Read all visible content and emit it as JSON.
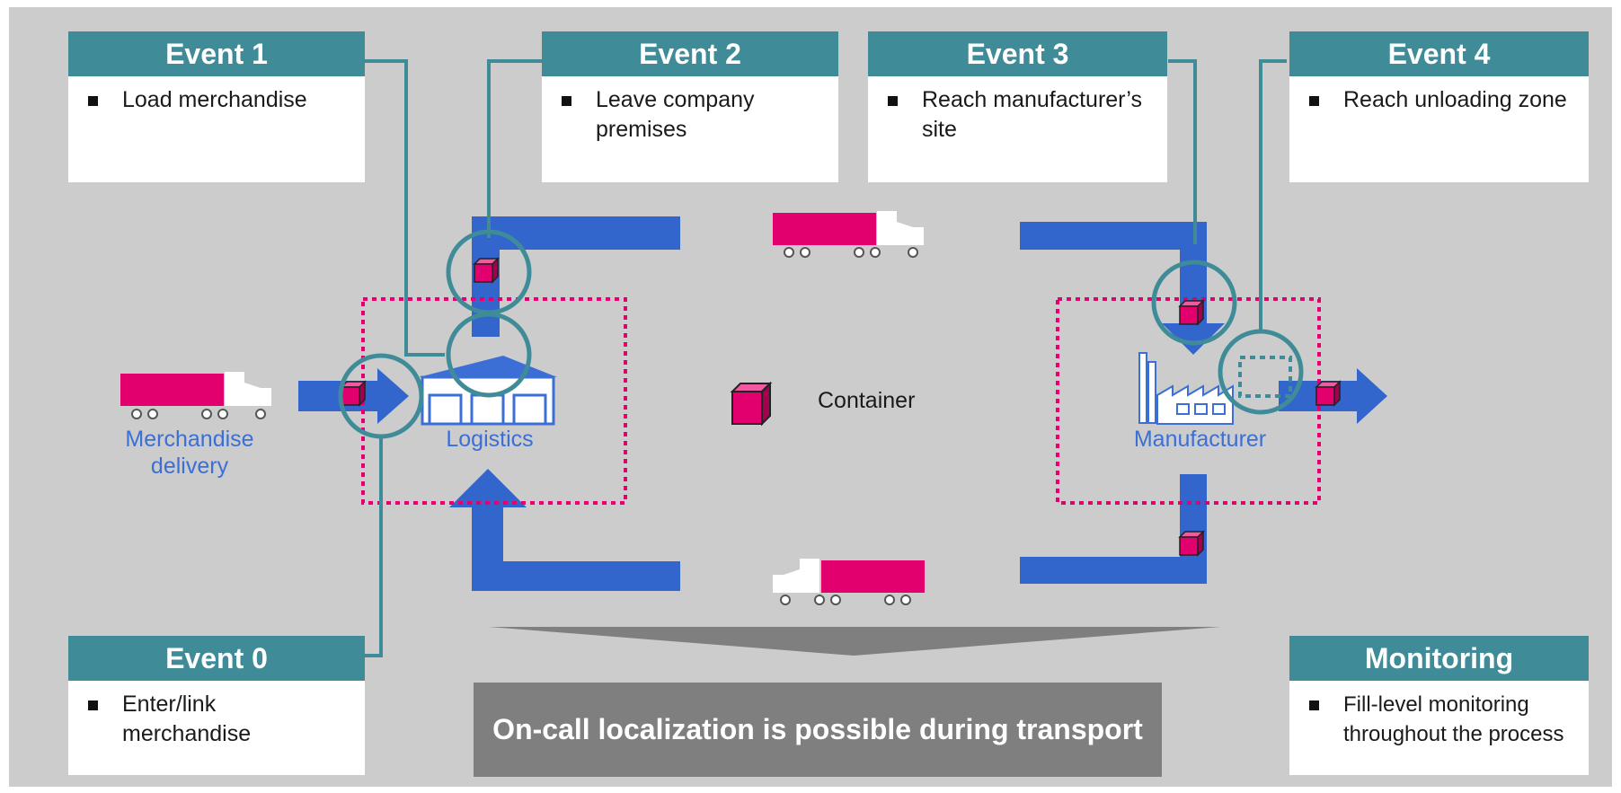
{
  "events": {
    "event1": {
      "title": "Event 1",
      "text": "Load merchandise"
    },
    "event2": {
      "title": "Event 2",
      "text": "Leave company premises"
    },
    "event3": {
      "title": "Event 3",
      "text": "Reach manufacturer’s site"
    },
    "event4": {
      "title": "Event 4",
      "text": "Reach unloading zone"
    },
    "event0": {
      "title": "Event 0",
      "text": "Enter/link merchandise"
    },
    "monitoring": {
      "title": "Monitoring",
      "text": "Fill-level monitoring throughout the process"
    }
  },
  "labels": {
    "merchandise_delivery": "Merchandise delivery",
    "logistics": "Logistics",
    "container": "Container",
    "manufacturer": "Manufacturer"
  },
  "banner": "On-call localization is possible during transport",
  "colors": {
    "background": "#cccccc",
    "teal": "#3f8c98",
    "flow_blue": "#3366cc",
    "magenta": "#e2006f",
    "banner_gray": "#7f7f7f"
  }
}
